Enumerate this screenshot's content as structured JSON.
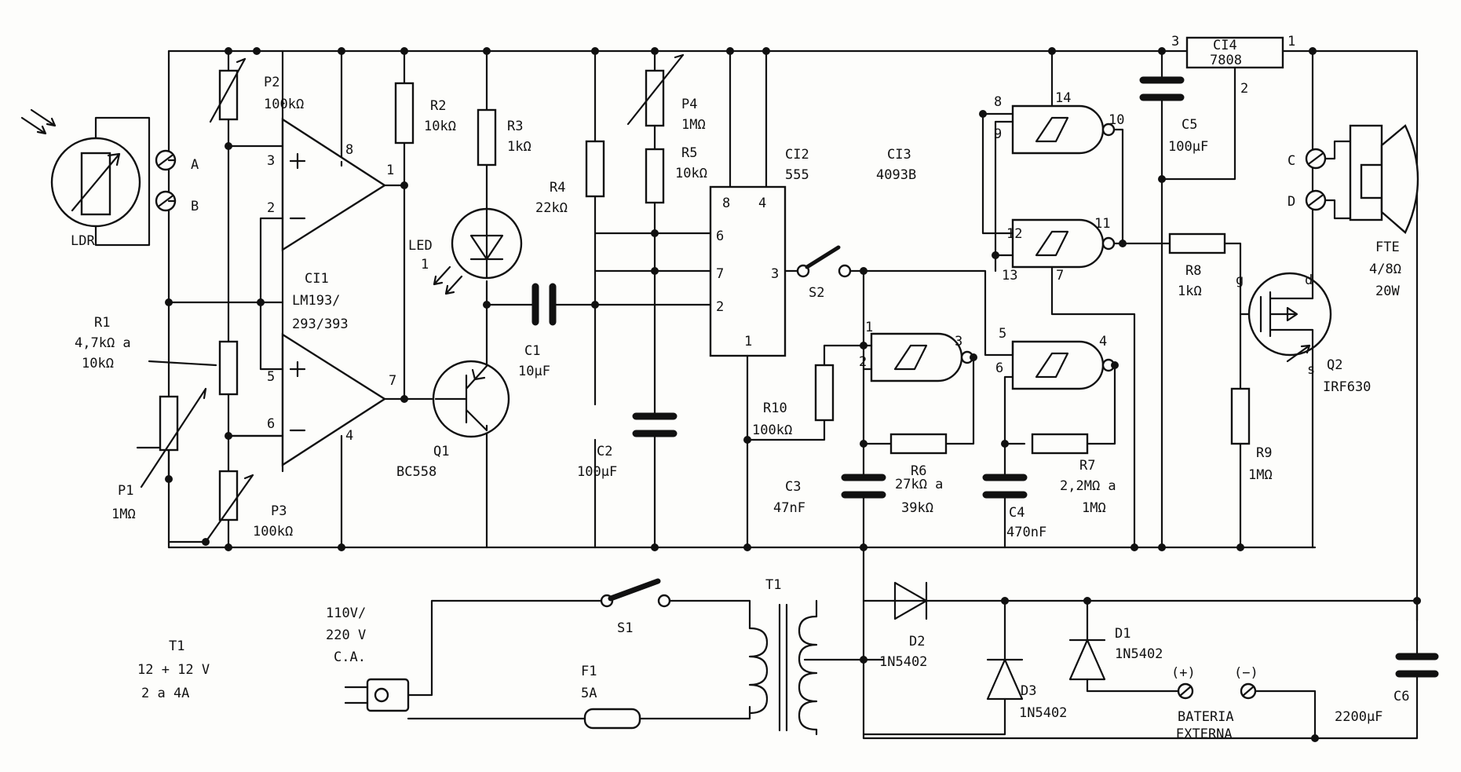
{
  "ldr": {
    "label": "LDR",
    "term_a": "A",
    "term_b": "B"
  },
  "resistors": [
    {
      "name": "R1",
      "value": "4,7kΩ a",
      "value2": "10kΩ"
    },
    {
      "name": "R2",
      "value": "10kΩ"
    },
    {
      "name": "R3",
      "value": "1kΩ"
    },
    {
      "name": "R4",
      "value": "22kΩ"
    },
    {
      "name": "R5",
      "value": "10kΩ"
    },
    {
      "name": "R6",
      "value": "27kΩ a",
      "value2": "39kΩ"
    },
    {
      "name": "R7",
      "value": "2,2MΩ a",
      "value2": "1MΩ"
    },
    {
      "name": "R8",
      "value": "1kΩ"
    },
    {
      "name": "R9",
      "value": "1MΩ"
    },
    {
      "name": "R10",
      "value": "100kΩ"
    }
  ],
  "pots": [
    {
      "name": "P1",
      "value": "1MΩ"
    },
    {
      "name": "P2",
      "value": "100kΩ"
    },
    {
      "name": "P3",
      "value": "100kΩ"
    },
    {
      "name": "P4",
      "value": "1MΩ"
    }
  ],
  "caps": [
    {
      "name": "C1",
      "value": "10µF"
    },
    {
      "name": "C2",
      "value": "100µF"
    },
    {
      "name": "C3",
      "value": "47nF"
    },
    {
      "name": "C4",
      "value": "470nF"
    },
    {
      "name": "C5",
      "value": "100µF"
    },
    {
      "name": "C6",
      "value": "2200µF"
    }
  ],
  "ci1": {
    "name": "CI1",
    "part": "LM193/",
    "part2": "293/393",
    "pins": [
      "3",
      "2",
      "8",
      "1",
      "5",
      "6",
      "4",
      "7"
    ]
  },
  "ci2": {
    "name": "CI2",
    "part": "555",
    "pins": [
      "8",
      "4",
      "6",
      "7",
      "2",
      "3",
      "1"
    ]
  },
  "ci3": {
    "name": "CI3",
    "part": "4093B",
    "pins": [
      "8",
      "9",
      "14",
      "10",
      "12",
      "13",
      "11",
      "7",
      "1",
      "2",
      "3",
      "5",
      "6",
      "4"
    ]
  },
  "ci4": {
    "name": "CI4",
    "part": "7808",
    "pins": [
      "3",
      "1",
      "2"
    ]
  },
  "q1": {
    "name": "Q1",
    "part": "BC558"
  },
  "q2": {
    "name": "Q2",
    "part": "IRF630",
    "g": "g",
    "d": "d",
    "s": "s"
  },
  "led": {
    "name": "LED",
    "num": "1"
  },
  "s1": {
    "name": "S1"
  },
  "s2": {
    "name": "S2"
  },
  "fuse": {
    "name": "F1",
    "value": "5A"
  },
  "t1": {
    "name": "T1"
  },
  "t1_spec": {
    "name": "T1",
    "line1": "12 + 12 V",
    "line2": "2 a 4A"
  },
  "mains": {
    "line1": "110V/",
    "line2": "220 V",
    "line3": "C.A."
  },
  "diodes": [
    {
      "name": "D1",
      "part": "1N5402"
    },
    {
      "name": "D2",
      "part": "1N5402"
    },
    {
      "name": "D3",
      "part": "1N5402"
    }
  ],
  "speaker": {
    "name": "FTE",
    "value": "4/8Ω",
    "power": "20W",
    "term_c": "C",
    "term_d": "D"
  },
  "battery": {
    "plus": "(+)",
    "minus": "(−)",
    "line1": "BATERIA",
    "line2": "EXTERNA"
  }
}
